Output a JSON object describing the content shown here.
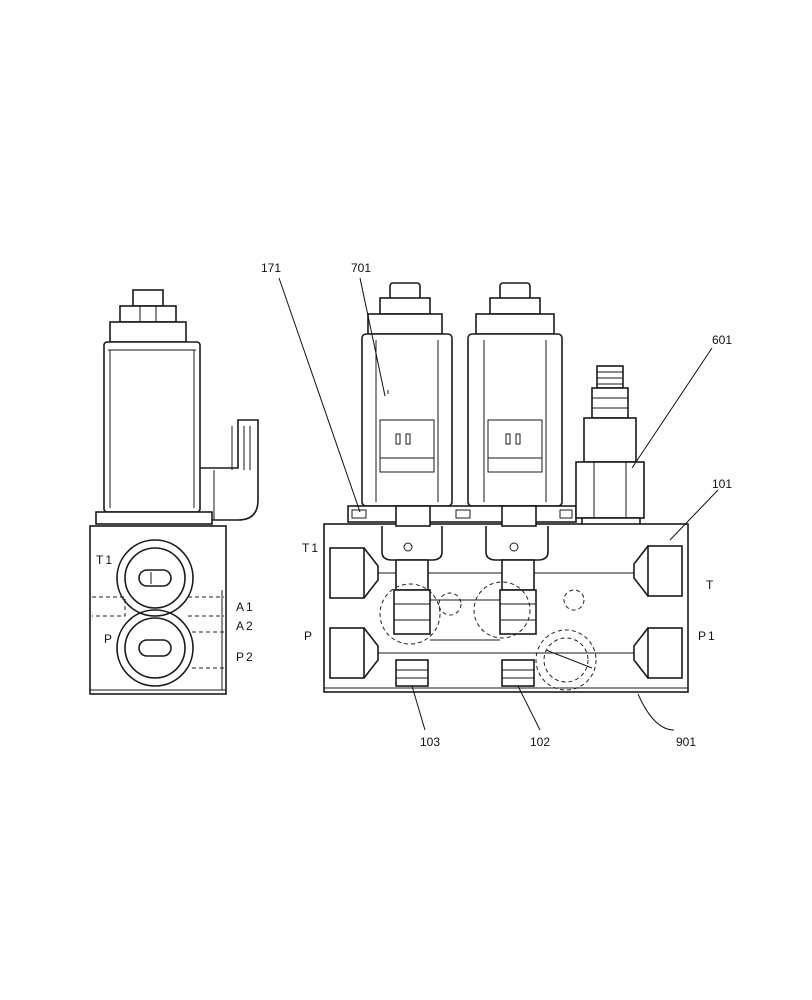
{
  "labels": {
    "part_171": "171",
    "part_701": "701",
    "part_601": "601",
    "part_101": "101",
    "part_103": "103",
    "part_102": "102",
    "part_901": "901"
  },
  "ports": {
    "side_t1": "T1",
    "side_a1": "A1",
    "side_a2": "A2",
    "side_p": "P",
    "side_p2": "P2",
    "front_t1": "T1",
    "front_p": "P",
    "front_t": "T",
    "front_p1": "P1"
  }
}
